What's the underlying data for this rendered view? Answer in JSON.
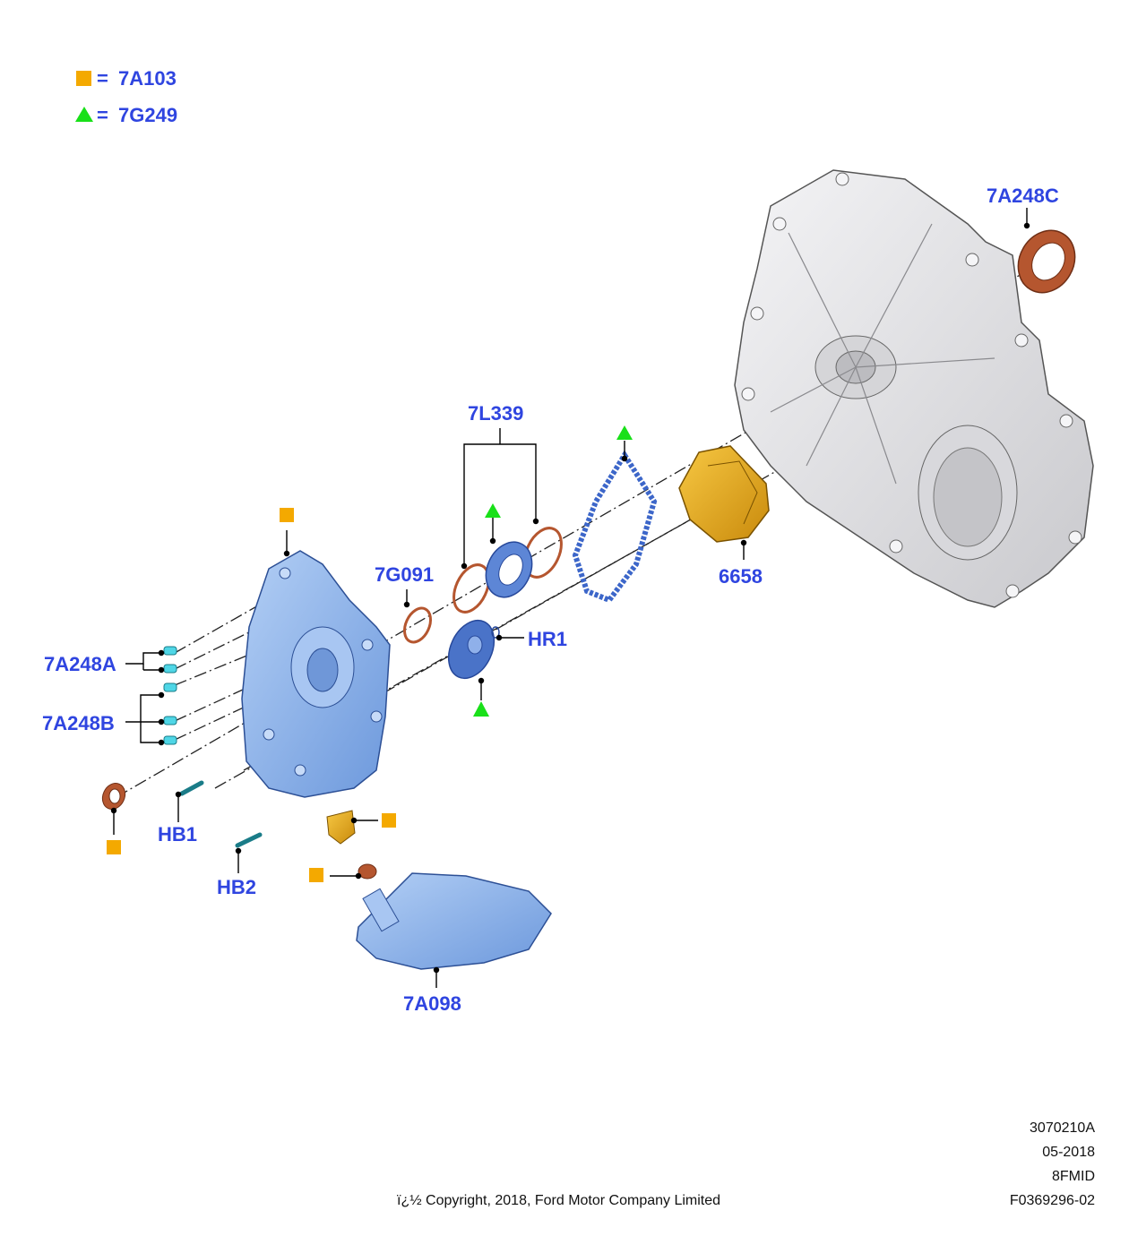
{
  "legend": {
    "square_label": "7A103",
    "triangle_label": "7G249",
    "equals": "="
  },
  "callouts": {
    "c_7A248C": "7A248C",
    "c_7L339": "7L339",
    "c_7G091": "7G091",
    "c_6658": "6658",
    "c_HR1": "HR1",
    "c_7A248A": "7A248A",
    "c_7A248B": "7A248B",
    "c_HB1": "HB1",
    "c_HB2": "HB2",
    "c_7A098": "7A098"
  },
  "footer": {
    "code": "3070210A",
    "date": "05-2018",
    "model": "8FMID",
    "figure": "F0369296-02",
    "copyright": "ï¿½ Copyright, 2018, Ford Motor Company Limited"
  },
  "colors": {
    "callout_text": "#2f45e0",
    "square_marker": "#f4a900",
    "triangle_marker": "#19e019",
    "housing": "#e8e8ea",
    "pump": "#8fb6ee",
    "seal": "#b5562f",
    "bracket": "#e8a915"
  }
}
